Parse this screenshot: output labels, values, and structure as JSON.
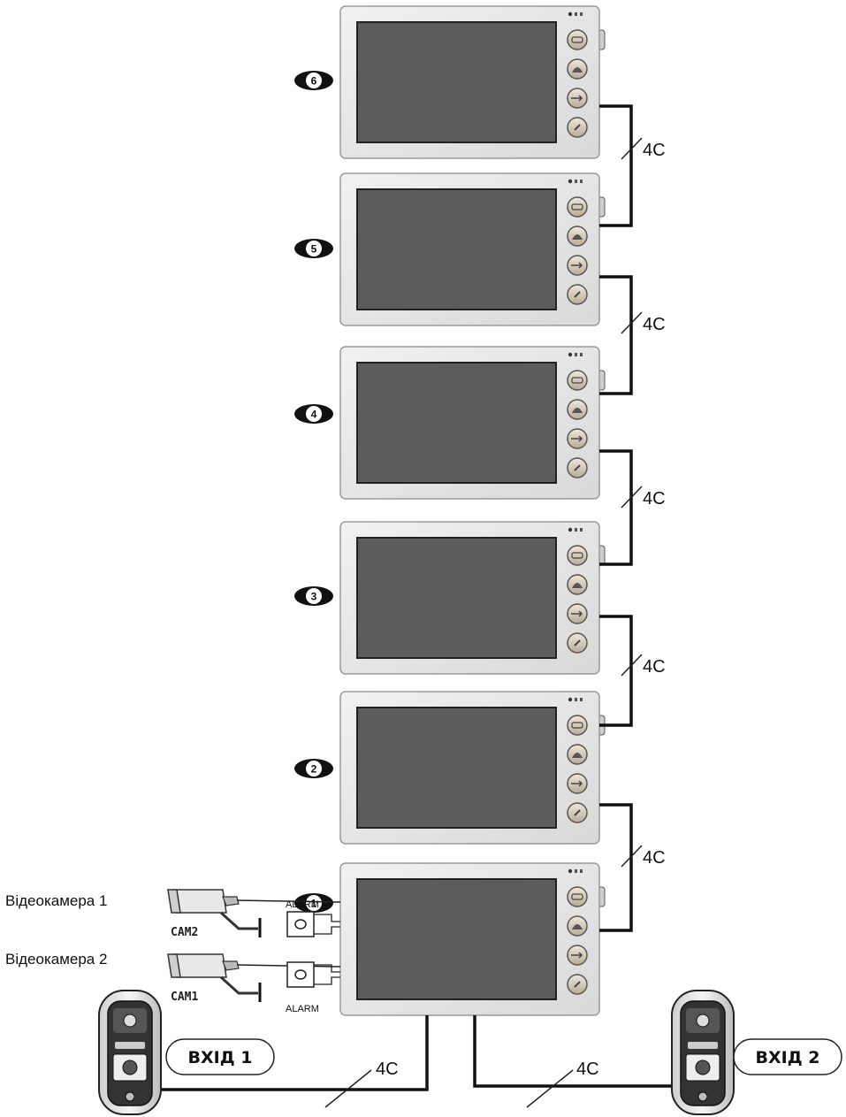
{
  "monitors": [
    {
      "number": "1"
    },
    {
      "number": "2"
    },
    {
      "number": "3"
    },
    {
      "number": "4"
    },
    {
      "number": "5"
    },
    {
      "number": "6"
    }
  ],
  "cable_label": "4C",
  "cameras": [
    {
      "label": "Відеокамера 1",
      "tag": "CAM2"
    },
    {
      "label": "Відеокамера 2",
      "tag": "CAM1"
    }
  ],
  "alarm_label": "ALARM",
  "entrances": [
    {
      "label": "ВХІД 1"
    },
    {
      "label": "ВХІД 2"
    }
  ],
  "colors": {
    "monitor_body": "#e6e6e6",
    "screen": "#5c5c5c",
    "button": "#cbbfae",
    "wire": "#111111"
  },
  "icons": [
    "monitor-icon",
    "button-menu-icon",
    "button-intercom-icon",
    "button-unlock-icon",
    "button-power-icon",
    "camera-icon",
    "alarm-icon",
    "door-station-icon"
  ]
}
